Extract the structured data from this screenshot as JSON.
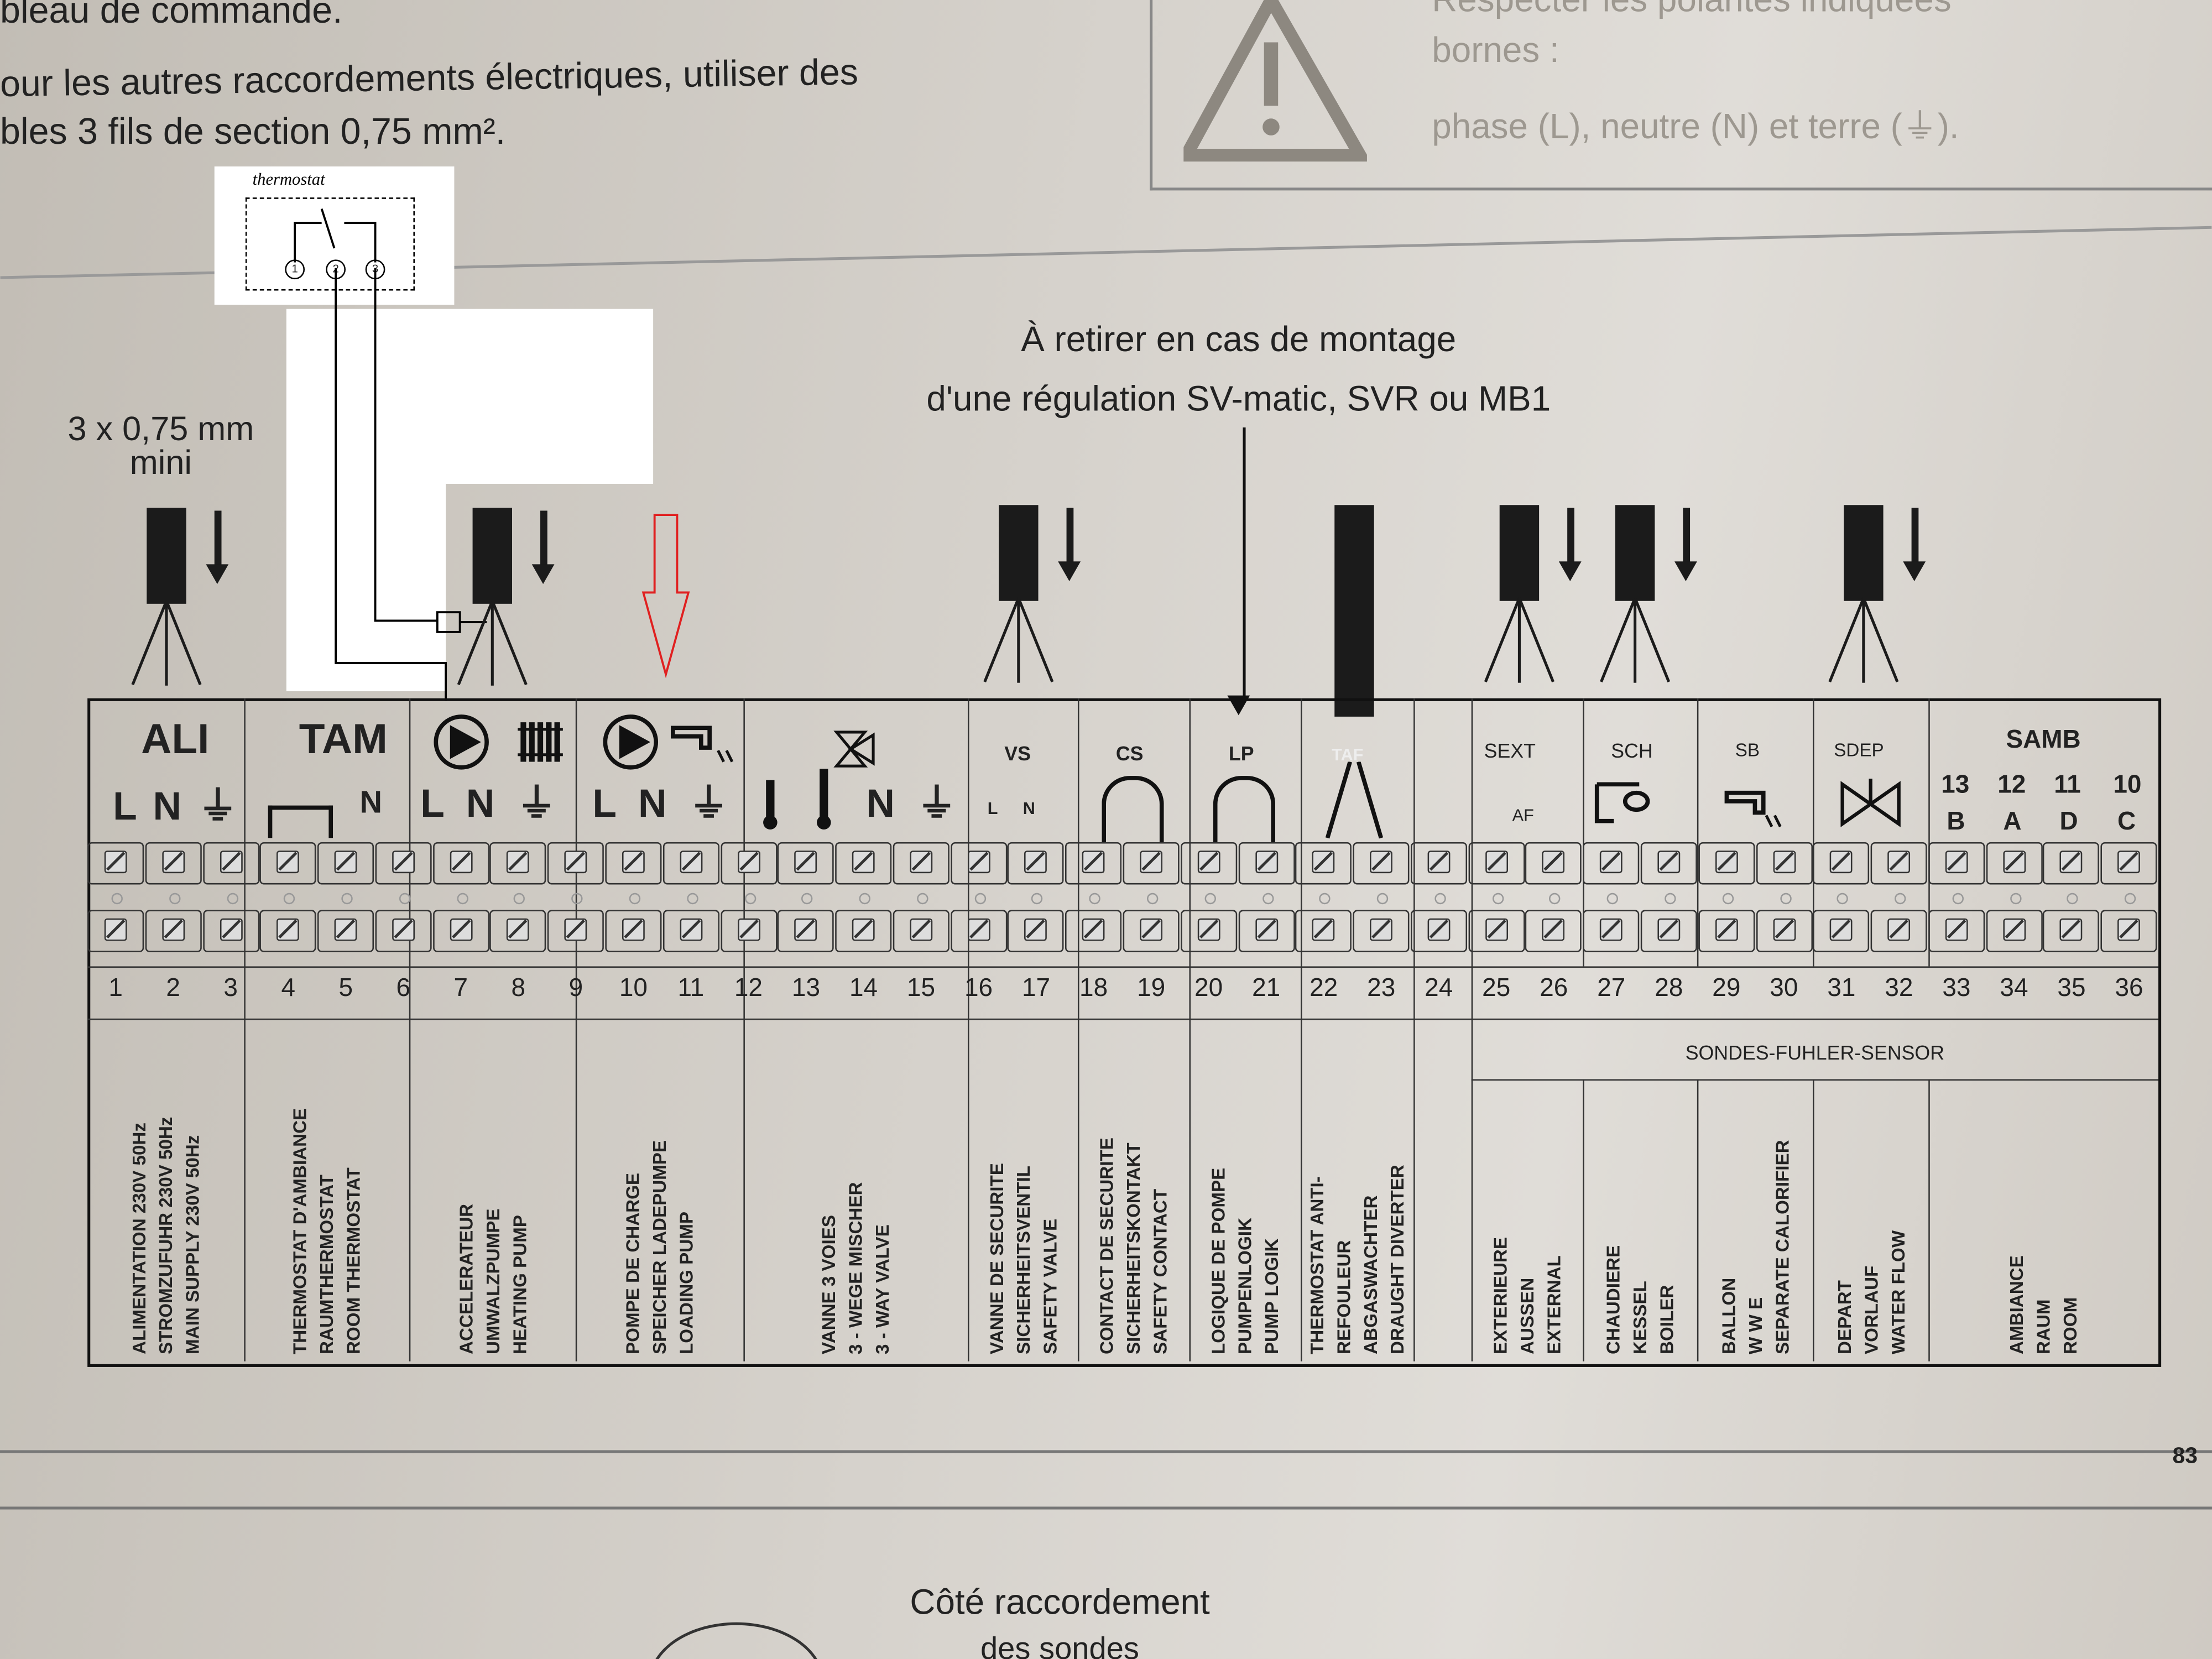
{
  "top_text": {
    "line1": "bleau de commande.",
    "line2": "our les autres raccordements électriques, utiliser des",
    "line3": "bles 3 fils de section 0,75 mm².",
    "warning_line1": "Respecter les polarités indiquées",
    "warning_line2": "bornes :",
    "warning_line3": "phase (L), neutre (N) et terre (⏚)."
  },
  "thermostat": {
    "label": "thermostat",
    "terminals": [
      "1",
      "2",
      "3"
    ]
  },
  "cable_note": {
    "line1": "3 x 0,75 mm",
    "line2": "mini"
  },
  "remove_note": {
    "line1": "À retirer en cas de montage",
    "line2": "d'une régulation SV-matic, SVR ou MB1"
  },
  "groups": [
    {
      "code": "ALI",
      "sub": "L N ⏚",
      "description": [
        "ALIMENTATION 230V 50Hz",
        "STROMZUFUHR 230V 50Hz",
        "MAIN SUPPLY 230V 50Hz"
      ]
    },
    {
      "code": "TAM",
      "sub": "N",
      "description": [
        "THERMOSTAT D'AMBIANCE",
        "RAUMTHERMOSTAT",
        "ROOM THERMOSTAT"
      ]
    },
    {
      "code": "",
      "sub": "L N ⏚",
      "description": [
        "ACCELERATEUR",
        "UMWALZPUMPE",
        "HEATING PUMP"
      ]
    },
    {
      "code": "",
      "sub": "L N ⏚",
      "description": [
        "POMPE DE CHARGE",
        "SPEICHER LADEPUMPE",
        "LOADING PUMP"
      ]
    },
    {
      "code": "",
      "sub": "N ⏚",
      "description": [
        "VANNE 3 VOIES",
        "3 - WEGE MISCHER",
        "3 - WAY VALVE"
      ]
    },
    {
      "code": "VS",
      "sub": "L   N",
      "description": [
        "VANNE DE SECURITE",
        "SICHERHEITSVENTIL",
        "SAFETY VALVE"
      ]
    },
    {
      "code": "CS",
      "sub": "",
      "description": [
        "CONTACT DE SECURITE",
        "SICHERHEITSKONTAKT",
        "SAFETY CONTACT"
      ]
    },
    {
      "code": "LP",
      "sub": "",
      "description": [
        "LOGIQUE DE POMPE",
        "PUMPENLOGIK",
        "PUMP LOGIK"
      ]
    },
    {
      "code": "TAF",
      "sub": "",
      "description": [
        "THERMOSTAT ANTI-",
        "REFOULEUR",
        "ABGASWACHTER",
        "DRAUGHT DIVERTER"
      ]
    },
    {
      "code": "SEXT",
      "sub": "AF",
      "description": [
        "EXTERIEURE",
        "AUSSEN",
        "EXTERNAL"
      ]
    },
    {
      "code": "SCH",
      "sub": "",
      "description": [
        "CHAUDIERE",
        "KESSEL",
        "BOILER"
      ]
    },
    {
      "code": "SB",
      "sub": "",
      "description": [
        "BALLON",
        "W W E",
        "SEPARATE CALORIFIER"
      ]
    },
    {
      "code": "SDEP",
      "sub": "",
      "description": [
        "DEPART",
        "VORLAUF",
        "WATER FLOW"
      ]
    },
    {
      "code": "SAMB",
      "sub": "",
      "description": [
        "AMBIANCE",
        "RAUM",
        "ROOM"
      ]
    }
  ],
  "samb_numbers": [
    "13",
    "12",
    "11",
    "10"
  ],
  "samb_letters": [
    "B",
    "A",
    "D",
    "C"
  ],
  "sensor_header": "SONDES-FUHLER-SENSOR",
  "terminal_numbers": [
    "1",
    "2",
    "3",
    "4",
    "5",
    "6",
    "7",
    "8",
    "9",
    "10",
    "11",
    "12",
    "13",
    "14",
    "15",
    "16",
    "17",
    "18",
    "19",
    "20",
    "21",
    "22",
    "23",
    "24",
    "25",
    "26",
    "27",
    "28",
    "29",
    "30",
    "31",
    "32",
    "33",
    "34",
    "35",
    "36"
  ],
  "page_number": "83",
  "bottom_text": {
    "line1": "Côté raccordement",
    "line2": "des sondes"
  },
  "colors": {
    "ink": "#1b1b1b",
    "red_arrow": "#e02020",
    "paper": "#d6d2cc"
  }
}
